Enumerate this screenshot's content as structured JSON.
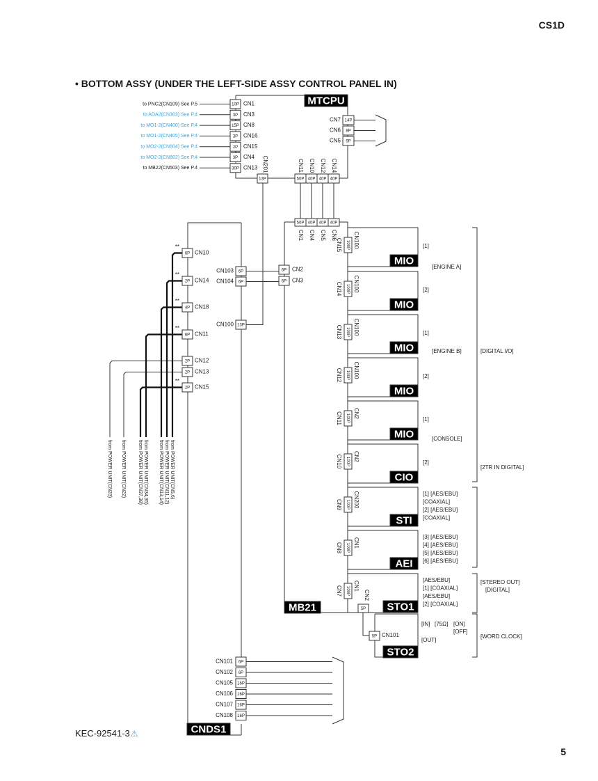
{
  "page": {
    "header": "CS1D",
    "page_number": "5",
    "doc_code": "KEC-92541-3",
    "doc_code_icon": "warning-triangle-icon"
  },
  "section_title": "• BOTTOM ASSY (UNDER THE LEFT-SIDE ASSY CONTROL PANEL IN)",
  "colors": {
    "link_blue": "#3aa6e0",
    "label_bg": "#000000",
    "line": "#333333"
  },
  "mtcpu": {
    "name": "MTCPU",
    "left_connectors": [
      {
        "pins": "10P",
        "cn": "CN1",
        "ref": "to PNC2(CN109) See P.5",
        "link": false
      },
      {
        "pins": "3P",
        "cn": "CN3",
        "ref": "to ADA2(CN303)  See P.4",
        "link": true
      },
      {
        "pins": "15P",
        "cn": "CN8",
        "ref": "to MO1-2(CN400)  See P.4",
        "link": true
      },
      {
        "pins": "3P",
        "cn": "CN16",
        "ref": "to MO1-2(CN405)  See P.4",
        "link": true
      },
      {
        "pins": "2P",
        "cn": "CN15",
        "ref": "to MO2-2(CN604)  See P.4",
        "link": true
      },
      {
        "pins": "3P",
        "cn": "CN4",
        "ref": "to MO2-2(CN602)  See P.4",
        "link": true
      },
      {
        "pins": "30P",
        "cn": "CN13",
        "ref": "to MB22(CN503) See P.4",
        "link": false
      }
    ],
    "right_connectors": [
      {
        "pins": "14P",
        "cn": "CN7"
      },
      {
        "pins": "8P",
        "cn": "CN6"
      },
      {
        "pins": "9P",
        "cn": "CN5"
      }
    ],
    "bottom_connectors": [
      {
        "pins": "13P",
        "cn": "CN201"
      },
      {
        "pins": "50P",
        "cn": "CN11"
      },
      {
        "pins": "40P",
        "cn": "CN10"
      },
      {
        "pins": "40P",
        "cn": "CN12"
      },
      {
        "pins": "40P",
        "cn": "CN14"
      }
    ]
  },
  "mb21": {
    "name": "MB21",
    "top_connectors": [
      {
        "pins": "50P",
        "cn": "CN1"
      },
      {
        "pins": "40P",
        "cn": "CN4"
      },
      {
        "pins": "40P",
        "cn": "CN5"
      },
      {
        "pins": "40P",
        "cn": "CN6"
      }
    ],
    "left_connectors": [
      {
        "pins": "6P",
        "cn": "CN2"
      },
      {
        "pins": "6P",
        "cn": "CN3"
      }
    ]
  },
  "left_board": {
    "connectors": [
      {
        "pins": "6P",
        "cn": "CN10",
        "mark": "**"
      },
      {
        "pins": "2P",
        "cn": "CN14",
        "mark": "**"
      },
      {
        "pins": "4P",
        "cn": "CN18",
        "mark": "**"
      },
      {
        "pins": "6P",
        "cn": "CN11",
        "mark": "**"
      },
      {
        "pins": "2P",
        "cn": "CN12",
        "mark": ""
      },
      {
        "pins": "2P",
        "cn": "CN13",
        "mark": ""
      },
      {
        "pins": "2P",
        "cn": "CN15",
        "mark": "**"
      }
    ],
    "power_sources": [
      "from POWER UNIT(CN23)",
      "from POWER UNIT(CN22)",
      "from POWER UNIT(CN37,38)",
      "from POWER UNIT(CN34,35)",
      "from POWER UNIT(CN13,14)",
      "from POWER UNIT(CN11,12)",
      "from POWER UNIT(CN5,6)"
    ]
  },
  "cnds1": {
    "name": "CNDS1",
    "upper_connectors": [
      {
        "pins": "6P",
        "cn": "CN103"
      },
      {
        "pins": "6P",
        "cn": "CN104"
      },
      {
        "pins": "13P",
        "cn": "CN100"
      }
    ],
    "lower_connectors": [
      {
        "pins": "6P",
        "cn": "CN101"
      },
      {
        "pins": "6P",
        "cn": "CN102"
      },
      {
        "pins": "16P",
        "cn": "CN105"
      },
      {
        "pins": "16P",
        "cn": "CN106"
      },
      {
        "pins": "16P",
        "cn": "CN107"
      },
      {
        "pins": "16P",
        "cn": "CN108"
      }
    ]
  },
  "cards": [
    {
      "name": "MIO",
      "slot_cn": "CN15",
      "card_cn": "CN100",
      "pins": "100P",
      "labels": [
        "[1]"
      ]
    },
    {
      "name": "MIO",
      "slot_cn": "CN14",
      "card_cn": "CN100",
      "pins": "100P",
      "labels": [
        "[2]"
      ]
    },
    {
      "name": "MIO",
      "slot_cn": "CN13",
      "card_cn": "CN100",
      "pins": "100P",
      "labels": [
        "[1]"
      ]
    },
    {
      "name": "MIO",
      "slot_cn": "CN12",
      "card_cn": "CN100",
      "pins": "100P",
      "labels": [
        "[2]"
      ]
    },
    {
      "name": "MIO",
      "slot_cn": "CN11",
      "card_cn": "CN2",
      "pins": "100P",
      "labels": [
        "[1]"
      ]
    },
    {
      "name": "CIO",
      "slot_cn": "CN10",
      "card_cn": "CN2",
      "pins": "100P",
      "labels": [
        "[2]"
      ]
    },
    {
      "name": "STI",
      "slot_cn": "CN9",
      "card_cn": "CN200",
      "pins": "100P",
      "labels": [
        "[1]  [AES/EBU]",
        "      [COAXIAL]",
        "[2]  [AES/EBU]",
        "      [COAXIAL]"
      ]
    },
    {
      "name": "AEI",
      "slot_cn": "CN8",
      "card_cn": "CN1",
      "pins": "100P",
      "labels": [
        "[3]  [AES/EBU]",
        "[4]  [AES/EBU]",
        "[5]  [AES/EBU]",
        "[6]  [AES/EBU]"
      ]
    },
    {
      "name": "STO1",
      "slot_cn": "CN7",
      "card_cn": "CN1",
      "pins": "100P",
      "labels": [
        "      [AES/EBU]",
        "[1]  [COAXIAL]",
        "      [AES/EBU]",
        "[2]  [COAXIAL]"
      ],
      "extra_cn": "CN2",
      "extra_pins": "5P"
    }
  ],
  "group_labels": {
    "engine_a": "[ENGINE A]",
    "engine_b": "[ENGINE B]",
    "console": "[CONSOLE]",
    "digital_io": "[DIGITAL I/O]",
    "two_tr_in": "[2TR IN DIGITAL]",
    "stereo_out": "[STEREO OUT]",
    "stereo_out_2": "[DIGITAL]",
    "word_clock": "[WORD CLOCK]"
  },
  "sto2": {
    "name": "STO2",
    "connector": {
      "pins": "5P",
      "cn": "CN101"
    },
    "labels": {
      "in": "[IN]",
      "ohm": "[75Ω]",
      "on": "[ON]",
      "off": "[OFF]",
      "out": "[OUT]"
    }
  }
}
